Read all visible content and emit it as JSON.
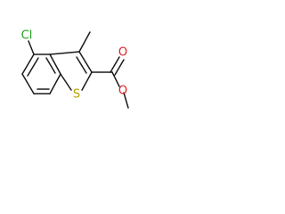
{
  "molecule": {
    "atoms": {
      "chlorine": "Cl",
      "sulfur": "S",
      "carbonyl_oxygen": "O",
      "ester_oxygen": "O"
    },
    "colors": {
      "chlorine": "#1fa31f",
      "sulfur": "#b8a000",
      "oxygen": "#e02020",
      "bond": "#1a1a1a"
    }
  }
}
